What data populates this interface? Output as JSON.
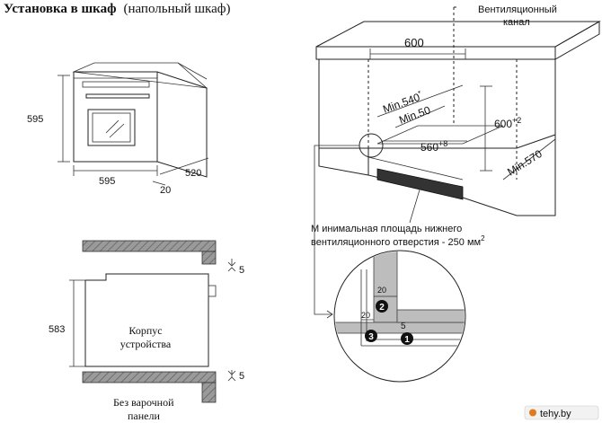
{
  "title": {
    "bold": "Установка в шкаф",
    "normal": "(напольный шкаф)"
  },
  "colors": {
    "ink": "#222222",
    "hatch": "#8c8c8c",
    "accent": "#000000"
  },
  "oven": {
    "height": "595",
    "width": "595",
    "depth": "520",
    "door": "20"
  },
  "section": {
    "gap_top": "5",
    "gap_bottom": "5",
    "inner_height": "583",
    "body_label_line1": "Корпус",
    "body_label_line2": "устройства",
    "caption_line1": "Без варочной",
    "caption_line2": "панели"
  },
  "cabinet": {
    "vent_label_line1": "Вентиляционный",
    "vent_label_line2": "канал",
    "width": "600",
    "min540": "Min.540",
    "min540_sup": "*",
    "min50": "Min.50",
    "height": "600",
    "height_sup": "+2",
    "inner_width": "560",
    "inner_width_sup": "+8",
    "min570": "Min.570",
    "vent_note_line1": "М инимальная площадь нижнего",
    "vent_note_line2": "вентиляционного отверстия - 250 мм",
    "vent_note_sup": "2"
  },
  "detail": {
    "dim_20_top": "20",
    "dim_20_left": "20",
    "dim_5": "5",
    "marker1": "1",
    "marker2": "2",
    "marker3": "3"
  },
  "watermark": "tehy.by"
}
